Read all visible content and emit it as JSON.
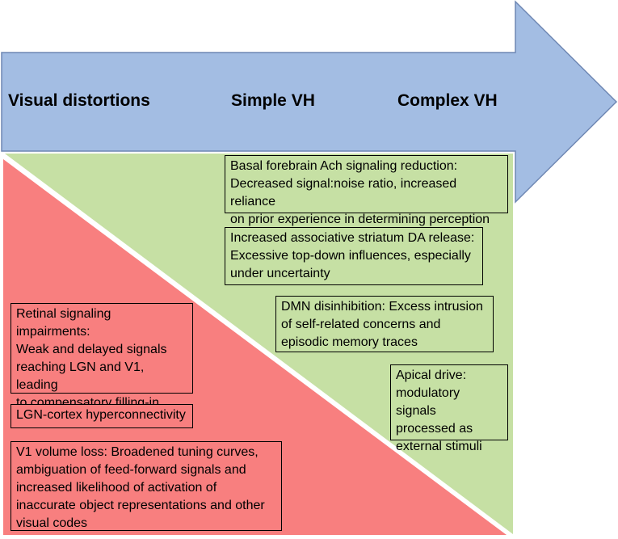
{
  "arrow": {
    "stages": [
      "Visual distortions",
      "Simple VH",
      "Complex VH"
    ],
    "fill_color": "#a3bde3",
    "stroke_color": "#6e87b3"
  },
  "regions": {
    "green_fill": "#c6e0a4",
    "red_fill": "#f87f7f"
  },
  "green_boxes": [
    "Basal forebrain Ach signaling reduction:\nDecreased signal:noise ratio, increased reliance\non prior experience in determining perception",
    "Increased associative striatum DA release:\nExcessive top-down influences, especially\nunder uncertainty",
    "DMN disinhibition: Excess intrusion\nof self-related concerns and\nepisodic memory traces",
    "Apical drive:\nmodulatory signals\nprocessed as\nexternal stimuli"
  ],
  "red_boxes": [
    "Retinal signaling impairments:\nWeak and delayed signals\nreaching LGN and V1, leading\nto compensatory filling-in\nlater in the visual streams",
    "LGN-cortex hyperconnectivity",
    "V1 volume loss: Broadened tuning curves,\nambiguation of feed-forward signals and\nincreased likelihood of activation of\ninaccurate object representations and other\nvisual codes"
  ]
}
